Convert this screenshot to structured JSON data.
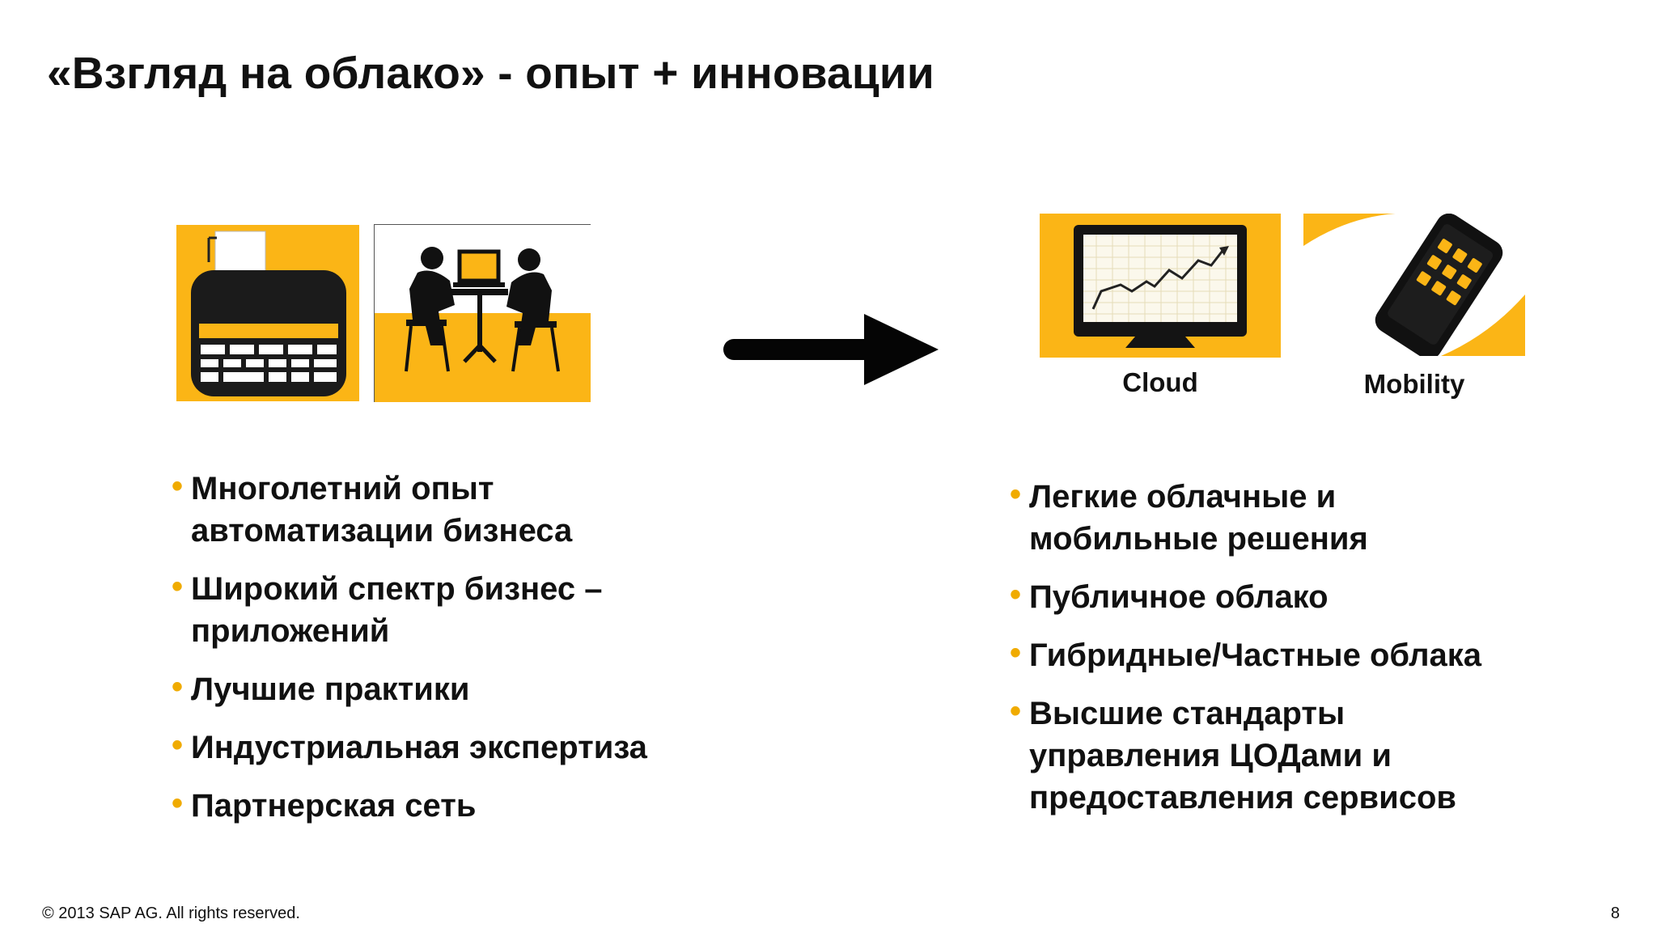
{
  "slide": {
    "title": "«Взгляд на облако» - опыт + инновации",
    "footer": "©  2013 SAP AG. All rights reserved.",
    "page_number": "8"
  },
  "left": {
    "images": [
      "calculator-icon",
      "meeting-icon"
    ],
    "bullets": [
      [
        "Многолетний опыт",
        "автоматизации бизнеса"
      ],
      [
        "Широкий спектр бизнес –",
        "приложений"
      ],
      [
        "Лучшие практики"
      ],
      [
        "Индустриальная экспертиза"
      ],
      [
        "Партнерская сеть"
      ]
    ]
  },
  "right": {
    "images": [
      "monitor-chart-icon",
      "smartphone-icon"
    ],
    "captions": {
      "cloud": "Cloud",
      "mobility": "Mobility"
    },
    "bullets": [
      [
        "Легкие облачные и",
        "мобильные решения"
      ],
      [
        "Публичное облако"
      ],
      [
        "Гибридные/Частные облака"
      ],
      [
        "Высшие стандарты",
        "управления ЦОДами и",
        "предоставления сервисов"
      ]
    ]
  },
  "colors": {
    "accent": "#f0ab00",
    "yellow": "#fbb516",
    "text": "#111111"
  }
}
